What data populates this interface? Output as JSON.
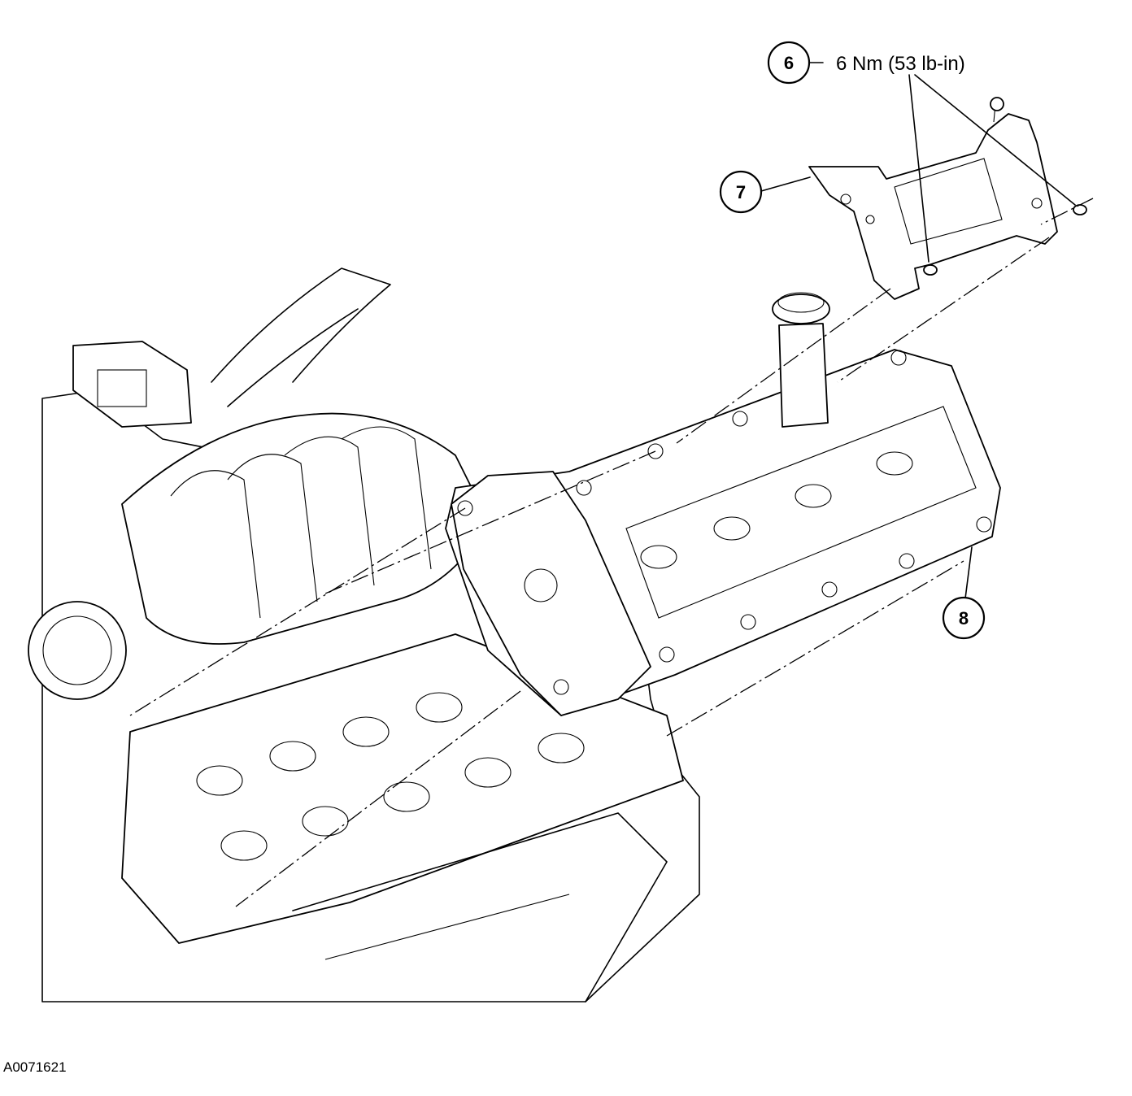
{
  "callouts": [
    {
      "number": "6",
      "text": "6 Nm (53 lb-in)"
    },
    {
      "number": "7"
    },
    {
      "number": "8"
    }
  ],
  "reference_code": "A0071621",
  "colors": {
    "line": "#000000",
    "background": "#ffffff"
  }
}
